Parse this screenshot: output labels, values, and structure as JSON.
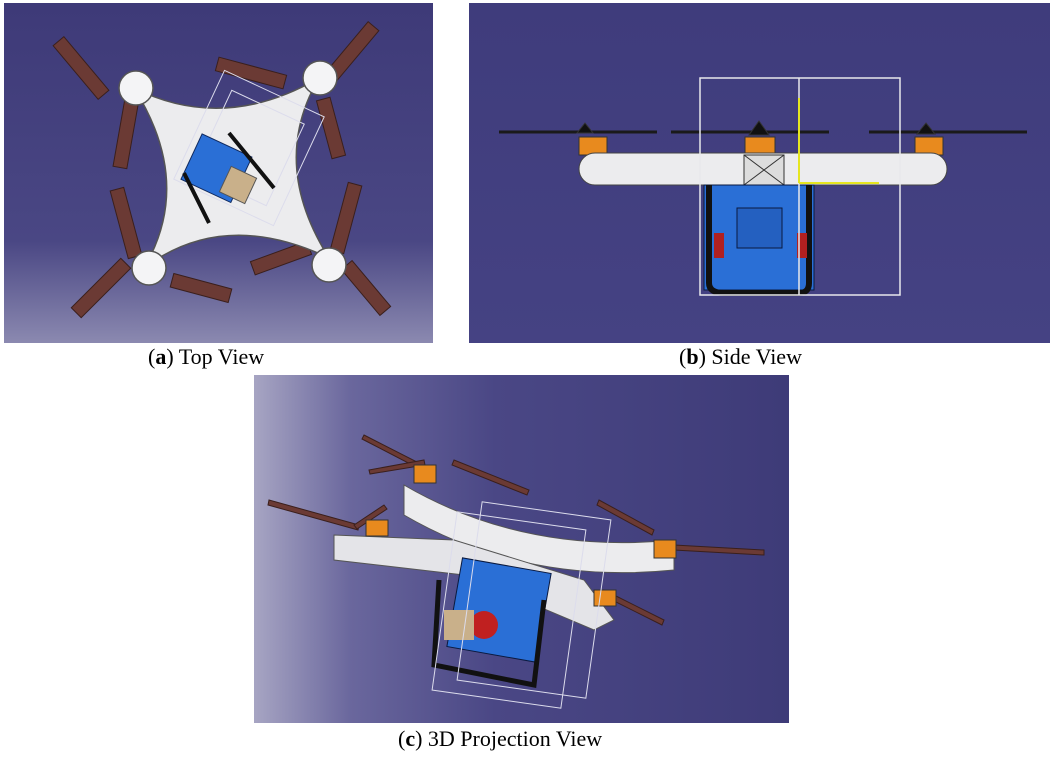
{
  "figure": {
    "panels": [
      {
        "label": "a",
        "caption": "Top View"
      },
      {
        "label": "b",
        "caption": "Side View"
      },
      {
        "label": "c",
        "caption": "3D Projection View"
      }
    ],
    "colors": {
      "background": "#423f7e",
      "frame": "#e8e8ea",
      "propeller": "#6b3a34",
      "motor": "#e88a1e",
      "payload": "#2a6fd6"
    }
  }
}
